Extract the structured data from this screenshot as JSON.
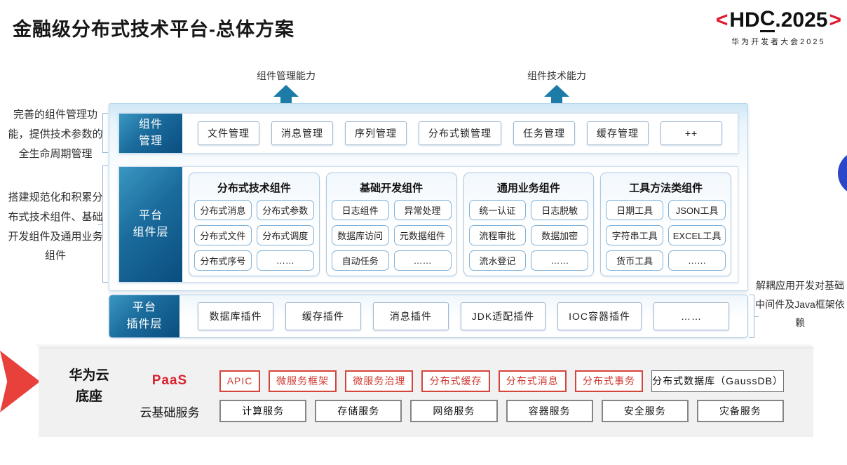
{
  "header": {
    "title": "金融级分布式技术平台-总体方案"
  },
  "logo": {
    "bracket_left": "<",
    "text_hd": "HD",
    "text_c": "C",
    "text_year": ".2025",
    "bracket_right": ">",
    "subtitle": "华为开发者大会2025"
  },
  "capability_arrows": [
    {
      "label": "组件管理能力"
    },
    {
      "label": "组件技术能力"
    }
  ],
  "side_notes": {
    "left_top": "完善的组件管理功能，提供技术参数的全生命周期管理",
    "left_bottom": "搭建规范化和积累分布式技术组件、基础开发组件及通用业务组件",
    "right": "解耦应用开发对基础中间件及Java框架依赖"
  },
  "component_mgmt_row": {
    "label_line1": "组件",
    "label_line2": "管理",
    "items": [
      "文件管理",
      "消息管理",
      "序列管理",
      "分布式锁管理",
      "任务管理",
      "缓存管理",
      "++"
    ]
  },
  "platform_component_row": {
    "label_line1": "平台",
    "label_line2": "组件层",
    "groups": [
      {
        "title": "分布式技术组件",
        "items": [
          "分布式消息",
          "分布式参数",
          "分布式文件",
          "分布式调度",
          "分布式序号",
          "……"
        ]
      },
      {
        "title": "基础开发组件",
        "items": [
          "日志组件",
          "异常处理",
          "数据库访问",
          "元数据组件",
          "自动任务",
          "……"
        ]
      },
      {
        "title": "通用业务组件",
        "items": [
          "统一认证",
          "日志脱敏",
          "流程审批",
          "数据加密",
          "流水登记",
          "……"
        ]
      },
      {
        "title": "工具方法类组件",
        "items": [
          "日期工具",
          "JSON工具",
          "字符串工具",
          "EXCEL工具",
          "货币工具",
          "……"
        ]
      }
    ]
  },
  "platform_plugin_row": {
    "label_line1": "平台",
    "label_line2": "插件层",
    "items": [
      "数据库插件",
      "缓存插件",
      "消息插件",
      "JDK适配插件",
      "IOC容器插件",
      "……"
    ]
  },
  "foundation": {
    "label_line1": "华为云",
    "label_line2": "底座",
    "paas_label": "PaaS",
    "paas_items": [
      {
        "label": "APIC",
        "variant": "narrow"
      },
      {
        "label": "微服务框架"
      },
      {
        "label": "微服务治理"
      },
      {
        "label": "分布式缓存"
      },
      {
        "label": "分布式消息"
      },
      {
        "label": "分布式事务"
      },
      {
        "label": "分布式数据库（GaussDB）",
        "variant": "dark wide"
      }
    ],
    "iaas_label": "云基础服务",
    "iaas_items": [
      "计算服务",
      "存储服务",
      "网络服务",
      "容器服务",
      "安全服务",
      "灾备服务"
    ]
  },
  "colors": {
    "accent_red": "#e0192d",
    "wedge_red": "#e8403a",
    "arrow_teal": "#1d7ba8",
    "label_gradient_start": "#3a97c2",
    "label_gradient_end": "#0a4e7f",
    "container_blue": "#cfe7f5",
    "circle_blue": "#2b46c6",
    "paas_box_red": "#d4453c",
    "foundation_gray": "#f1f1f2"
  }
}
